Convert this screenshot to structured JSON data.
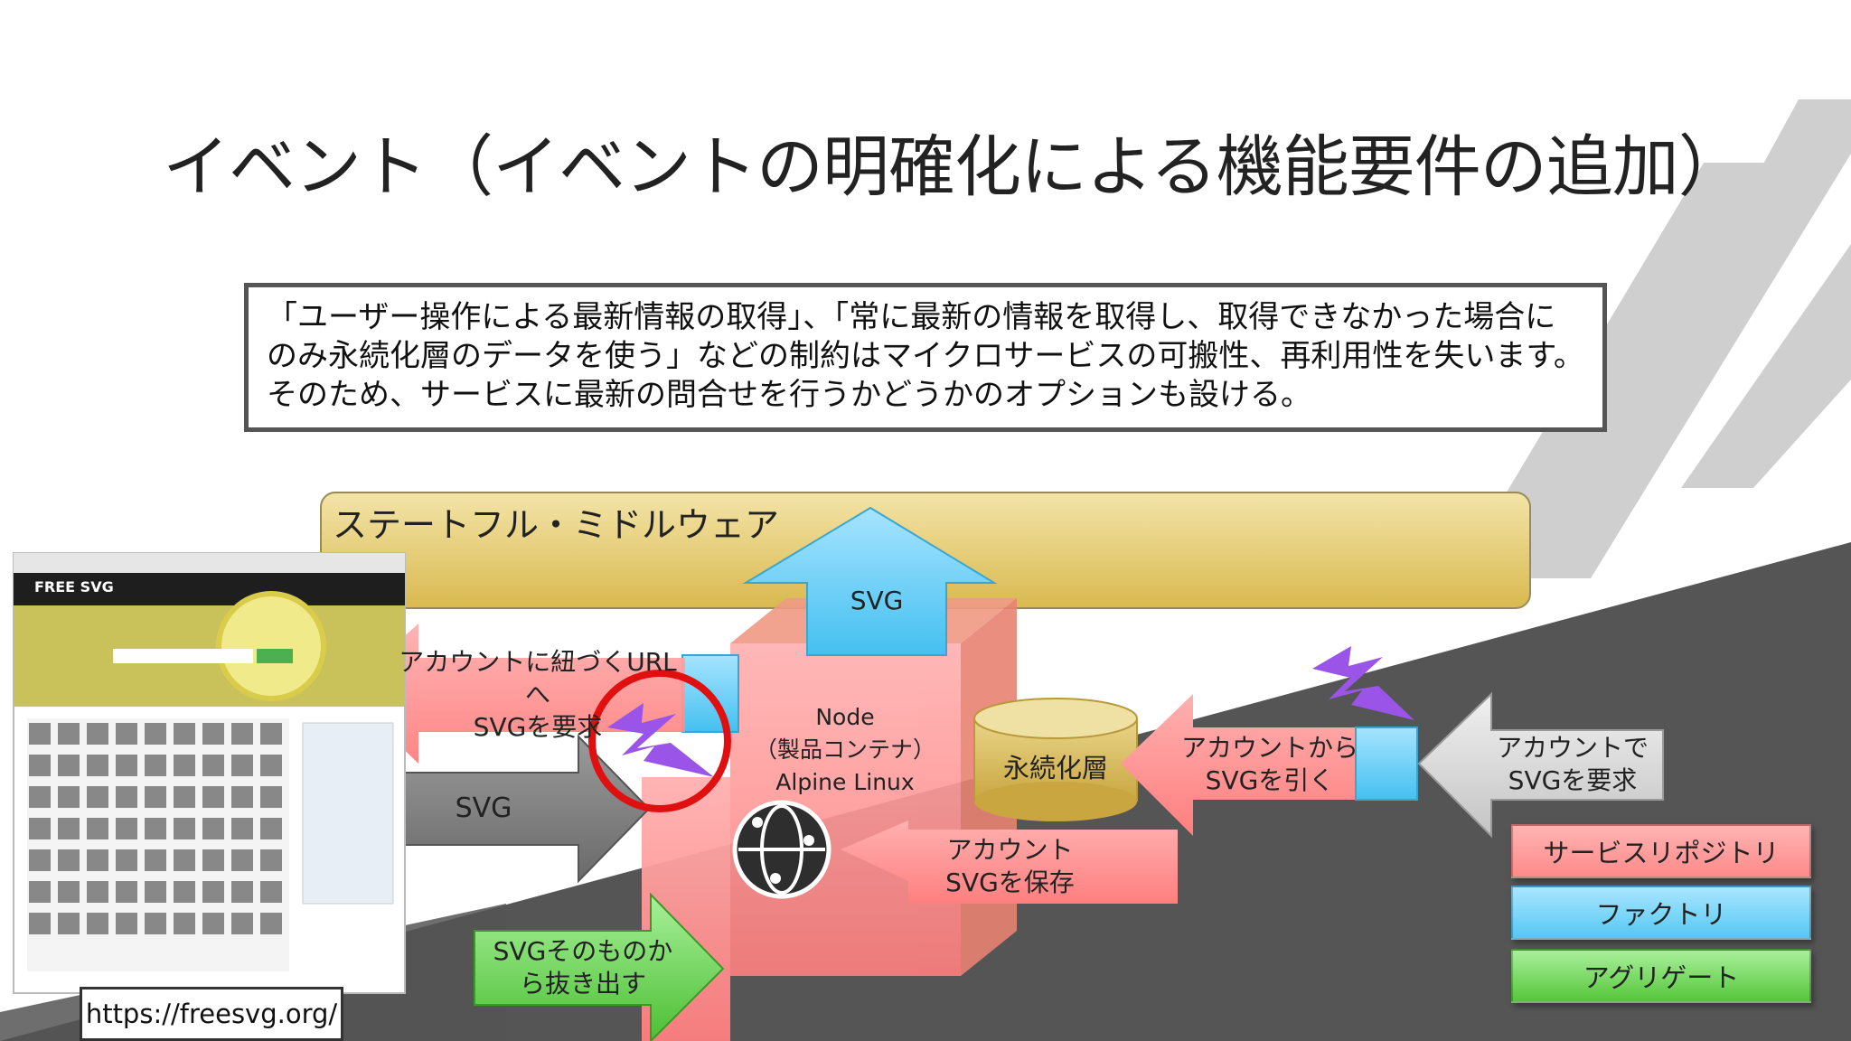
{
  "slide": {
    "title": "イベント（イベントの明確化による機能要件の追加）",
    "note_lines": [
      "「ユーザー操作による最新情報の取得」、「常に最新の情報を取得し、取得できなかった場合に",
      "のみ永続化層のデータを使う」などの制約はマイクロサービスの可搬性、再利用性を失います。",
      "そのため、サービスに最新の問合せを行うかどうかのオプションも設ける。"
    ]
  },
  "diagram": {
    "middleware_label": "ステートフル・ミドルウェア",
    "up_arrow_label": "SVG",
    "request_arrow_label": "アカウントに紐づくURLへ\nSVGを要求",
    "svg_arrow_label": "SVG",
    "node_label": "Node\n（製品コンテナ）\nAlpine Linux",
    "persistence_label": "永続化層",
    "pull_arrow_label": "アカウントから\nSVGを引く",
    "client_arrow_label": "アカウントで\nSVGを要求",
    "save_arrow_label": "アカウント\nSVGを保存",
    "extract_arrow_label": "SVGそのものか\nら抜き出す"
  },
  "website": {
    "url": "https://freesvg.org/",
    "logo": "FREE SVG"
  },
  "legend": {
    "repository": "サービスリポジトリ",
    "factory": "ファクトリ",
    "aggregate": "アグリゲート"
  },
  "colors": {
    "repository": "#ff8a8a",
    "factory": "#55c8f4",
    "aggregate": "#56c63b",
    "middleware": "#e8cf75",
    "highlight_circle": "#e01010",
    "event_bolt": "#9a55e8",
    "dark_band": "#555555",
    "stripe": "#cfcfcf"
  },
  "icons": [
    "lightning-bolt-icon",
    "network-globe-icon"
  ]
}
